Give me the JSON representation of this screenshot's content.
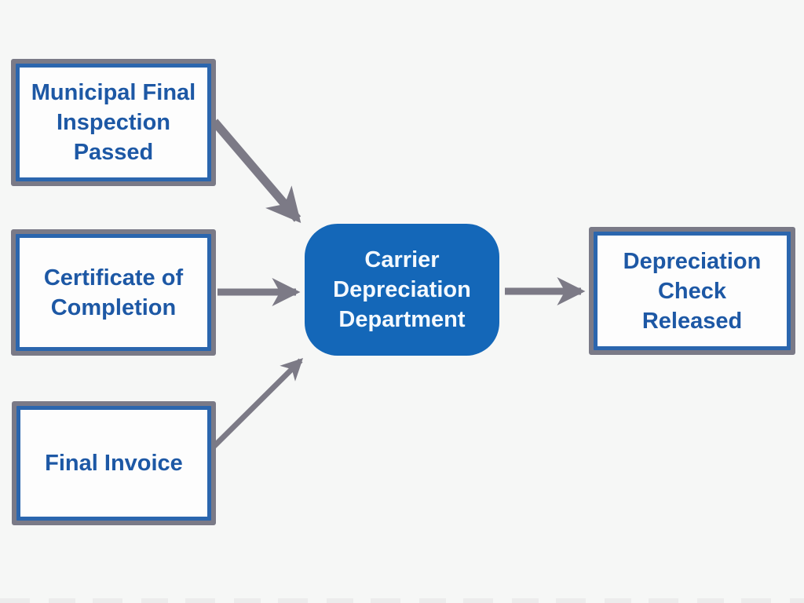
{
  "colors": {
    "background": "#f6f7f6",
    "box_interior": "#fdfdfd",
    "border_gray": "#7a7a87",
    "border_blue": "#2b66ae",
    "label_text": "#1d58a5",
    "center_fill": "#1467b8",
    "center_text": "#f4f9fe",
    "arrow": "#7c7a86"
  },
  "diagram": {
    "nodes": {
      "municipal": {
        "label": "Municipal Final Inspection Passed",
        "lines": [
          "Municipal Final",
          "Inspection",
          "Passed"
        ]
      },
      "certificate": {
        "label": "Certificate of Completion",
        "lines": [
          "Certificate of",
          "Completion"
        ]
      },
      "invoice": {
        "label": "Final Invoice",
        "lines": [
          "Final Invoice"
        ]
      },
      "carrier": {
        "label": "Carrier Depreciation Department",
        "lines": [
          "Carrier",
          "Depreciation",
          "Department"
        ]
      },
      "released": {
        "label": "Depreciation Check Released",
        "lines": [
          "Depreciation",
          "Check",
          "Released"
        ]
      }
    },
    "connections": [
      {
        "from": "Municipal Final Inspection Passed",
        "to": "Carrier Depreciation Department"
      },
      {
        "from": "Certificate of Completion",
        "to": "Carrier Depreciation Department"
      },
      {
        "from": "Final Invoice",
        "to": "Carrier Depreciation Department"
      },
      {
        "from": "Carrier Depreciation Department",
        "to": "Depreciation Check Released"
      }
    ]
  }
}
